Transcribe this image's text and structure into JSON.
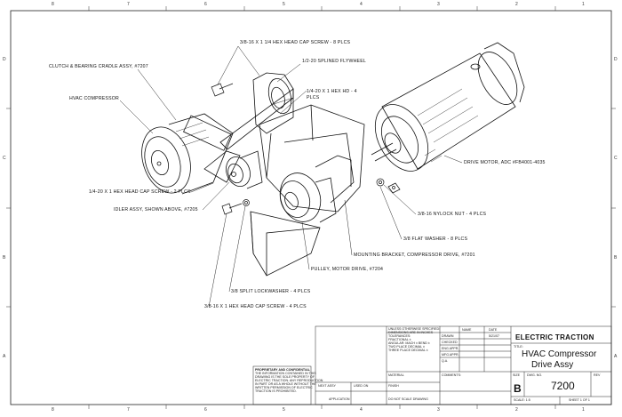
{
  "grid": {
    "top_numbers": [
      "8",
      "7",
      "6",
      "5",
      "4",
      "3",
      "2",
      "1"
    ],
    "bottom_numbers": [
      "8",
      "7",
      "6",
      "5",
      "4",
      "3",
      "2",
      "1"
    ],
    "side_letters": [
      "D",
      "C",
      "B",
      "A"
    ]
  },
  "callouts": {
    "hex_bolt_top": "3/8-16 X 1 1/4 HEX HEAD CAP SCREW - 8 PLCS",
    "clutch": "CLUTCH & BEARING CRADLE ASSY, #7207",
    "flywheel": "1/2-20 SPLINED FLYWHEEL",
    "hvac_compressor": "HVAC COMPRESSOR",
    "screws_4pl": "1/4-20 X 1 HEX HD - 4 PLCS",
    "drive_motor": "DRIVE MOTOR, ADC #FB4001-4035",
    "hex_bolt_left": "1/4-20 X 1 HEX HEAD CAP SCREW - 2 PLCS",
    "idler": "IDLER ASSY, SHOWN ABOVE, #7205",
    "lock_nut": "3/8-16 NYLOCK NUT - 4 PLCS",
    "flat_washer": "3/8 FLAT WASHER - 8 PLCS",
    "mounting_bracket": "MOUNTING BRACKET, COMPRESSOR DRIVE, #7201",
    "pulley": "PULLEY, MOTOR DRIVE, #7204",
    "lockwasher": "3/8 SPLIT LOCKWASHER - 4 PLCS",
    "hex_bolt_bottom": "3/8-16 X 1 HEX HEAD CAP SCREW - 4 PLCS"
  },
  "title_block": {
    "company": "ELECTRIC TRACTION",
    "title_label": "TITLE:",
    "title_line1": "HVAC Compressor",
    "title_line2": "Drive Assy",
    "size_label": "SIZE",
    "size_value": "B",
    "dwg_label": "DWG. NO.",
    "dwg_value": "7200",
    "rev_label": "REV",
    "scale_label": "SCALE: 1:5",
    "sheet_label": "SHEET 1 OF 1",
    "rows_left": [
      "DRAWN",
      "CHECKED",
      "ENG APPR.",
      "MFG APPR.",
      "Q.A.",
      "COMMENTS:"
    ],
    "name_label": "NAME",
    "date_label": "DATE",
    "drawn_date": "5/21/07",
    "notes": [
      "UNLESS OTHERWISE SPECIFIED:",
      "DIMENSIONS ARE IN INCHES",
      "TOLERANCES:",
      "FRACTIONAL ±",
      "ANGULAR: MACH ±  BEND ±",
      "TWO PLACE DECIMAL ±",
      "THREE PLACE DECIMAL ±",
      "MATERIAL",
      "FINISH",
      "DO NOT SCALE DRAWING"
    ],
    "next_assy": "NEXT ASSY",
    "used_on": "USED ON",
    "application": "APPLICATION",
    "proprietary": [
      "PROPRIETARY AND CONFIDENTIAL",
      "THE INFORMATION CONTAINED IN THIS",
      "DRAWING IS THE SOLE PROPERTY OF",
      "ELECTRIC TRACTION. ANY REPRODUCTION",
      "IN PART OR AS A WHOLE WITHOUT THE",
      "WRITTEN PERMISSION OF ELECTRIC",
      "TRACTION IS PROHIBITED."
    ]
  }
}
